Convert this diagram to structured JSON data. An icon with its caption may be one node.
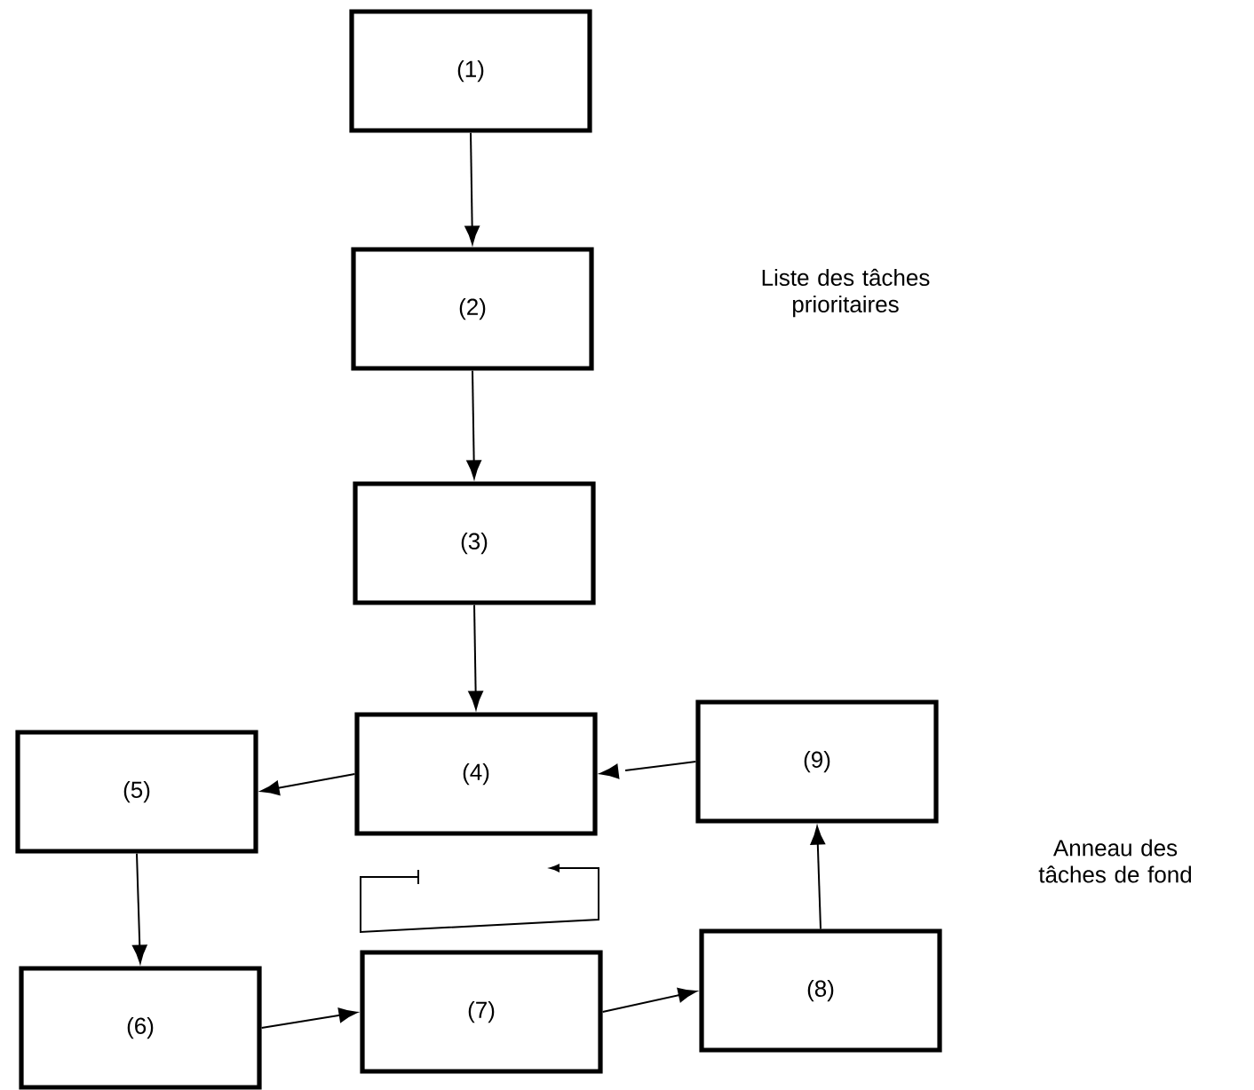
{
  "diagram": {
    "nodes": [
      {
        "text": [
          "(1)"
        ]
      },
      {
        "text": [
          "(2)"
        ]
      },
      {
        "text": [
          "(3)"
        ]
      },
      {
        "text": [
          "(4)"
        ]
      },
      {
        "text": [
          "(5)"
        ]
      },
      {
        "text": [
          "(6)"
        ]
      },
      {
        "text": [
          "(7)"
        ]
      },
      {
        "text": [
          "(8)"
        ]
      },
      {
        "text": [
          "(9)"
        ]
      }
    ],
    "edges": [
      {
        "from": 0,
        "to": 1,
        "arrow": "to"
      },
      {
        "from": 1,
        "to": 2,
        "arrow": "to"
      },
      {
        "from": 2,
        "to": 3,
        "arrow": "to"
      },
      {
        "from": 3,
        "to": 4,
        "arrow": "to"
      },
      {
        "from": 4,
        "to": 5,
        "arrow": "to"
      },
      {
        "from": 5,
        "to": 6,
        "arrow": "to"
      },
      {
        "from": 6,
        "to": 7,
        "arrow": "to"
      },
      {
        "from": 7,
        "to": 8,
        "arrow": "to"
      },
      {
        "from": 8,
        "to": 3,
        "arrow": "to",
        "style": "dashed"
      }
    ],
    "labels": [
      "Liste des tâches prioritaires",
      "Anneau des tâches de fond"
    ]
  }
}
